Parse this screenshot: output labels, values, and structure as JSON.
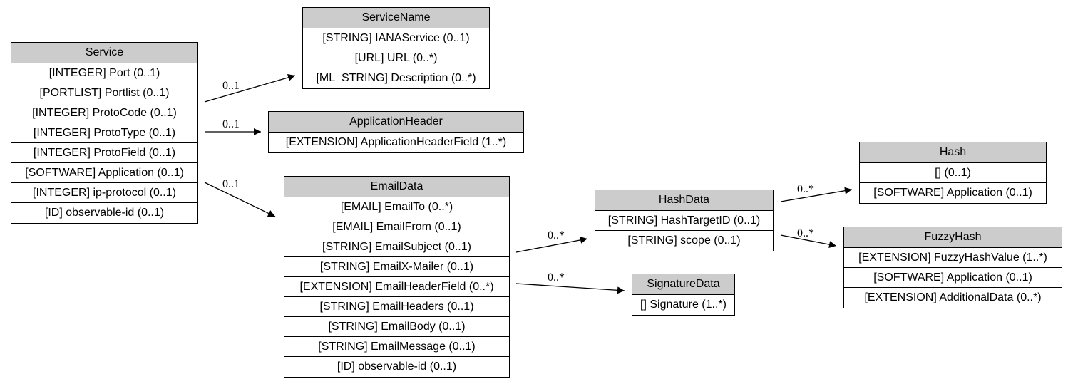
{
  "nodes": {
    "service": {
      "title": "Service",
      "rows": [
        "[INTEGER] Port (0..1)",
        "[PORTLIST] Portlist (0..1)",
        "[INTEGER] ProtoCode (0..1)",
        "[INTEGER] ProtoType (0..1)",
        "[INTEGER] ProtoField (0..1)",
        "[SOFTWARE] Application (0..1)",
        "[INTEGER] ip-protocol (0..1)",
        "[ID] observable-id (0..1)"
      ]
    },
    "service_name": {
      "title": "ServiceName",
      "rows": [
        "[STRING] IANAService (0..1)",
        "[URL] URL (0..*)",
        "[ML_STRING] Description (0..*)"
      ]
    },
    "application_header": {
      "title": "ApplicationHeader",
      "rows": [
        "[EXTENSION] ApplicationHeaderField (1..*)"
      ]
    },
    "email_data": {
      "title": "EmailData",
      "rows": [
        "[EMAIL] EmailTo (0..*)",
        "[EMAIL] EmailFrom (0..1)",
        "[STRING] EmailSubject (0..1)",
        "[STRING] EmailX-Mailer (0..1)",
        "[EXTENSION] EmailHeaderField (0..*)",
        "[STRING] EmailHeaders (0..1)",
        "[STRING] EmailBody (0..1)",
        "[STRING] EmailMessage (0..1)",
        "[ID] observable-id (0..1)"
      ]
    },
    "hash_data": {
      "title": "HashData",
      "rows": [
        "[STRING] HashTargetID (0..1)",
        "[STRING] scope (0..1)"
      ]
    },
    "signature_data": {
      "title": "SignatureData",
      "rows": [
        "[] Signature (1..*)"
      ]
    },
    "hash": {
      "title": "Hash",
      "rows": [
        "[]  (0..1)",
        "[SOFTWARE] Application (0..1)"
      ]
    },
    "fuzzy_hash": {
      "title": "FuzzyHash",
      "rows": [
        "[EXTENSION] FuzzyHashValue (1..*)",
        "[SOFTWARE] Application (0..1)",
        "[EXTENSION] AdditionalData (0..*)"
      ]
    }
  },
  "edges": {
    "service_to_servicename": "0..1",
    "service_to_applicationheader": "0..1",
    "service_to_emaildata": "0..1",
    "emaildata_to_hashdata": "0..*",
    "emaildata_to_signaturedata": "0..*",
    "hashdata_to_hash": "0..*",
    "hashdata_to_fuzzyhash": "0..*"
  },
  "colors": {
    "header_fill": "#cccccc",
    "line": "#000000",
    "background": "#ffffff"
  }
}
